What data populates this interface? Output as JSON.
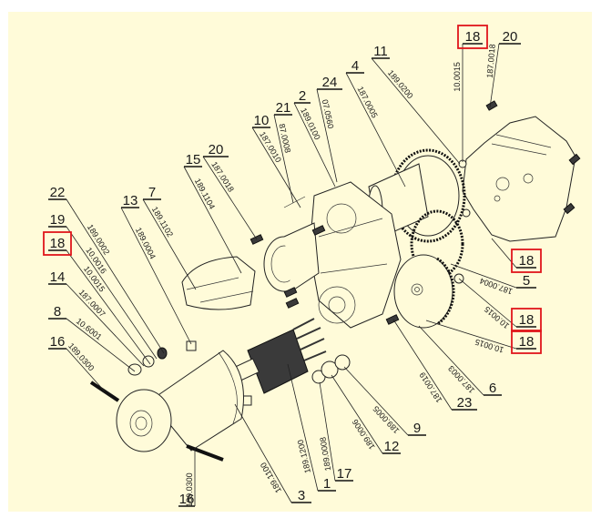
{
  "diagram": {
    "title": "Motor assembly exploded view",
    "background_color": "#fffbd9",
    "highlight_color": "#e0161b",
    "callouts": [
      {
        "id": "c-18-top",
        "number": "18",
        "code": "10.0015",
        "highlighted": true
      },
      {
        "id": "c-20-top",
        "number": "20",
        "code": "187.0018",
        "highlighted": false
      },
      {
        "id": "c-11",
        "number": "11",
        "code": "189.0200",
        "highlighted": false
      },
      {
        "id": "c-4",
        "number": "4",
        "code": "187.0005",
        "highlighted": false
      },
      {
        "id": "c-24",
        "number": "24",
        "code": "07.0560",
        "highlighted": false
      },
      {
        "id": "c-2",
        "number": "2",
        "code": "189.0100",
        "highlighted": false
      },
      {
        "id": "c-21",
        "number": "21",
        "code": "87.0008",
        "highlighted": false
      },
      {
        "id": "c-10",
        "number": "10",
        "code": "187.0010",
        "highlighted": false
      },
      {
        "id": "c-20-mid",
        "number": "20",
        "code": "187.0018",
        "highlighted": false
      },
      {
        "id": "c-15",
        "number": "15",
        "code": "189.1104",
        "highlighted": false
      },
      {
        "id": "c-7",
        "number": "7",
        "code": "189.1102",
        "highlighted": false
      },
      {
        "id": "c-13",
        "number": "13",
        "code": "189.0004",
        "highlighted": false
      },
      {
        "id": "c-22",
        "number": "22",
        "code": "189.0002",
        "highlighted": false
      },
      {
        "id": "c-19",
        "number": "19",
        "code": "10.0016",
        "highlighted": false
      },
      {
        "id": "c-18-left",
        "number": "18",
        "code": "10.0015",
        "highlighted": true
      },
      {
        "id": "c-14",
        "number": "14",
        "code": "187.0007",
        "highlighted": false
      },
      {
        "id": "c-8",
        "number": "8",
        "code": "10.6001",
        "highlighted": false
      },
      {
        "id": "c-16-left",
        "number": "16",
        "code": "189.0300",
        "highlighted": false
      },
      {
        "id": "c-16-bottom",
        "number": "16",
        "code": "189.0300",
        "highlighted": false
      },
      {
        "id": "c-3",
        "number": "3",
        "code": "189.1100",
        "highlighted": false
      },
      {
        "id": "c-1",
        "number": "1",
        "code": "189.1200",
        "highlighted": false
      },
      {
        "id": "c-17",
        "number": "17",
        "code": "189.0008",
        "highlighted": false
      },
      {
        "id": "c-12",
        "number": "12",
        "code": "189.0006",
        "highlighted": false
      },
      {
        "id": "c-9",
        "number": "9",
        "code": "189.0005",
        "highlighted": false
      },
      {
        "id": "c-23",
        "number": "23",
        "code": "187.0019",
        "highlighted": false
      },
      {
        "id": "c-6",
        "number": "6",
        "code": "187.0003",
        "highlighted": false
      },
      {
        "id": "c-18-right-a",
        "number": "18",
        "code": "10.0015",
        "highlighted": true
      },
      {
        "id": "c-18-right-b",
        "number": "18",
        "code": "10.0015",
        "highlighted": true
      },
      {
        "id": "c-5",
        "number": "5",
        "code": "187.0004",
        "highlighted": false
      },
      {
        "id": "c-18-right-top",
        "number": "18",
        "code": "",
        "highlighted": true
      }
    ]
  }
}
